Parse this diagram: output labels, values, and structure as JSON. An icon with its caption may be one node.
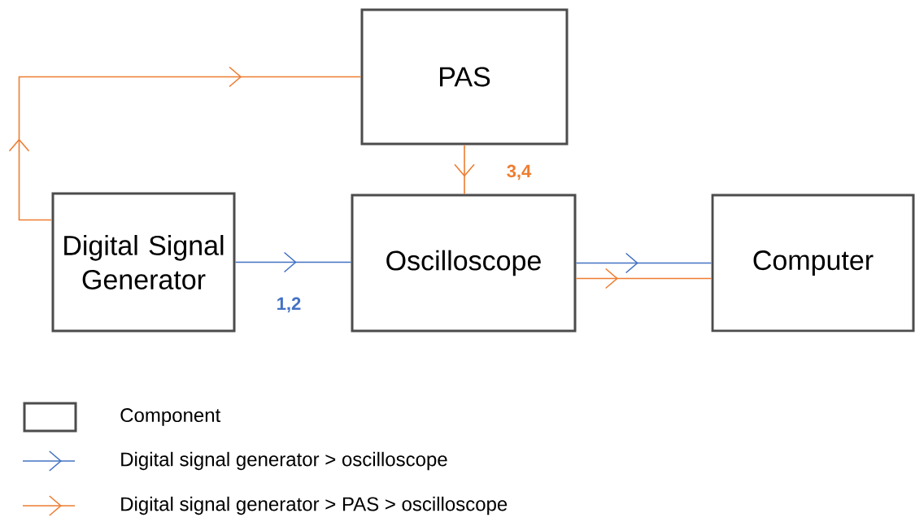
{
  "diagram": {
    "nodes": [
      {
        "text": [
          "PAS"
        ]
      },
      {
        "text": [
          "Digital Signal Generator"
        ]
      },
      {
        "text": [
          "Oscilloscope"
        ]
      },
      {
        "text": [
          "Computer"
        ]
      }
    ],
    "edges": [
      {
        "from": 1,
        "to": 0,
        "arrow": "to"
      },
      {
        "from": 0,
        "to": 2,
        "arrow": "to",
        "label": "3,4"
      },
      {
        "from": 1,
        "to": 2,
        "arrow": "to",
        "label": "1,2",
        "color": "#4472c4"
      },
      {
        "from": 2,
        "to": 3,
        "arrow": "to",
        "color": "#4472c4"
      },
      {
        "from": 2,
        "to": 3,
        "arrow": "to"
      }
    ],
    "legend": [
      {
        "text": "Component"
      },
      {
        "text": "Digital signal generator > oscilloscope"
      },
      {
        "text": "Digital signal generator > PAS > oscilloscope"
      }
    ]
  }
}
